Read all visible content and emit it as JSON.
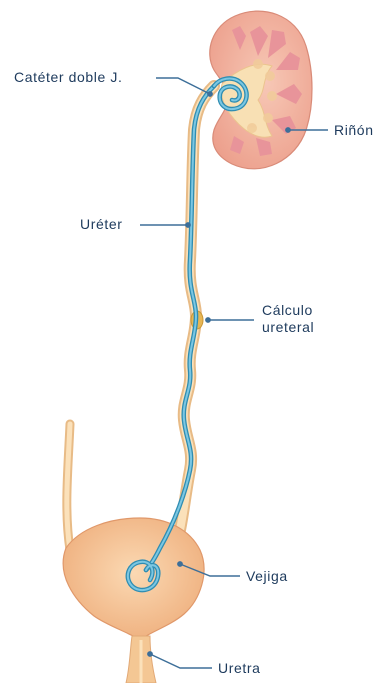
{
  "labels": {
    "cateter": "Catéter doble J.",
    "rinon": "Riñón",
    "ureter": "Uréter",
    "calculo_line1": "Cálculo",
    "calculo_line2": "ureteral",
    "vejiga": "Vejiga",
    "uretra": "Uretra"
  },
  "colors": {
    "text": "#1d3a5c",
    "leader": "#3d6f99",
    "leader_dot": "#3d6f99",
    "kidney_outer": "#f0b8a4",
    "kidney_inner": "#f8e0b4",
    "kidney_pyramid": "#e8949a",
    "ureter": "#f6d3a0",
    "ureter_edge": "#e4b784",
    "catheter": "#4ea8c9",
    "bladder": "#f6c597",
    "bladder_edge": "#e9a675",
    "stone": "#e7b655"
  }
}
